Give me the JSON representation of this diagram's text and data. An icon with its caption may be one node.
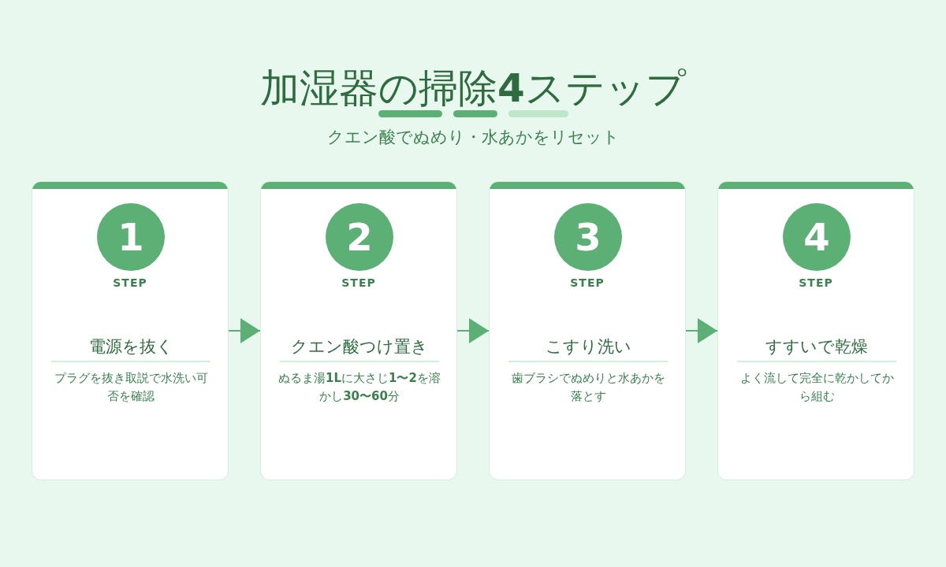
{
  "diagram": {
    "title": "加湿器の掃除**4**ステップ",
    "caption": "クエン酸でぬめり・水あかをリセット",
    "nodes": [
      {
        "text": [
          "電源を抜く",
          "プラグを抜き取説で水洗い可否を確認"
        ]
      },
      {
        "text": [
          "1"
        ],
        "in": 0,
        "beside": [
          "STEP"
        ]
      },
      {
        "text": [
          "クエン酸つけ置き",
          "ぬるま湯**1L**に大さじ**1〜2**を溶かし**30〜60**分"
        ]
      },
      {
        "text": [
          "2"
        ],
        "in": 2,
        "beside": [
          "STEP"
        ]
      },
      {
        "text": [
          "こすり洗い",
          "歯ブラシでぬめりと水あかを落とす"
        ]
      },
      {
        "text": [
          "3"
        ],
        "in": 4,
        "beside": [
          "STEP"
        ]
      },
      {
        "text": [
          "すすいで乾燥",
          "よく流して完全に乾かしてから組む"
        ]
      },
      {
        "text": [
          "4"
        ],
        "in": 6,
        "beside": [
          "STEP"
        ]
      }
    ],
    "edges": [
      {
        "from": 0,
        "to": 2,
        "arrow": "to"
      },
      {
        "from": 2,
        "to": 4,
        "arrow": "to"
      },
      {
        "from": 4,
        "to": 6,
        "arrow": "to"
      }
    ]
  }
}
